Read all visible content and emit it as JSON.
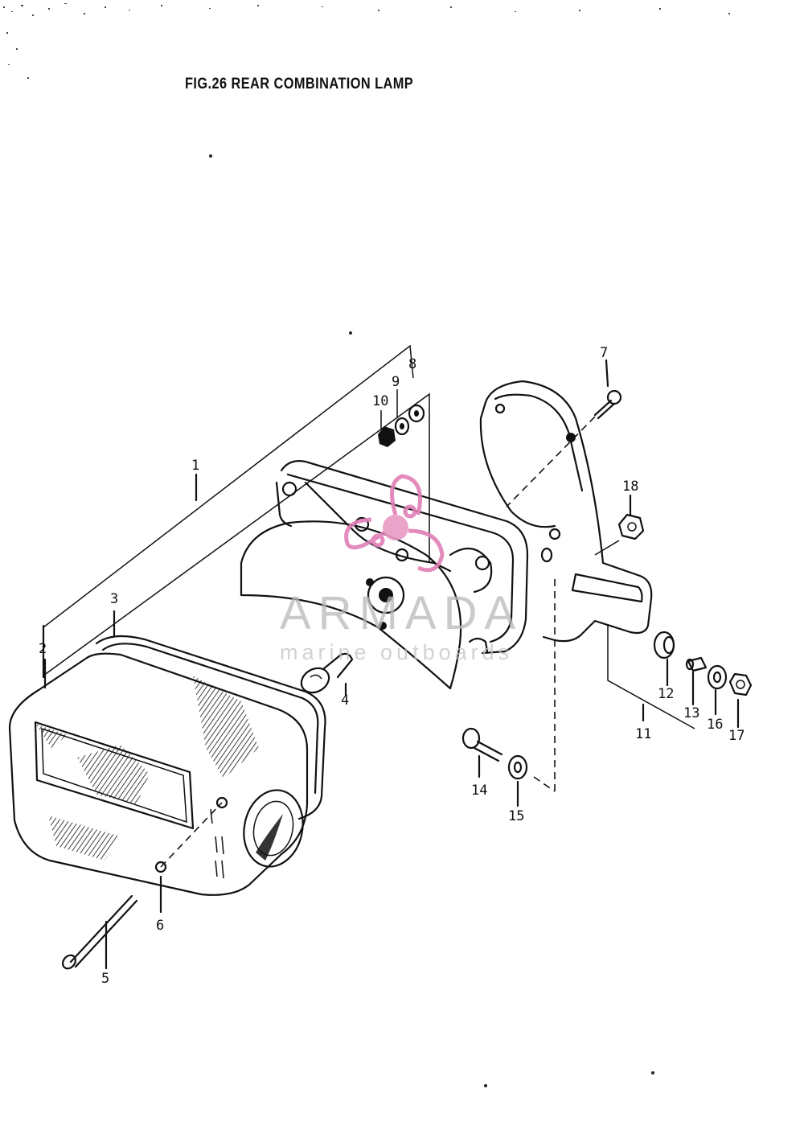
{
  "figure": {
    "title": "FIG.26  REAR COMBINATION LAMP"
  },
  "callouts": [
    "1",
    "2",
    "3",
    "4",
    "5",
    "6",
    "7",
    "8",
    "9",
    "10",
    "11",
    "12",
    "13",
    "14",
    "15",
    "16",
    "17",
    "18"
  ],
  "watermark": {
    "brand": "ARMADA",
    "tagline": "marine outboards",
    "logo_color": "#e07fb5"
  },
  "colors": {
    "ink": "#111111",
    "paper": "#ffffff",
    "watermark_gray": "#b9b9b9"
  }
}
